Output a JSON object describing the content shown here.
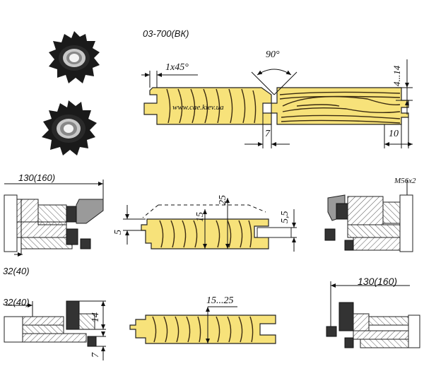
{
  "product_code": "03-700(ВК)",
  "website": "www.cae.kiev.ua",
  "top_profile": {
    "chamfer": "1x45°",
    "angle": "90°",
    "depth_range": "4...14",
    "tongue_width": "7",
    "groove_width": "10"
  },
  "middle": {
    "left_diameter": "130(160)",
    "left_bore": "32(40)",
    "right_thread": "M56x2",
    "board_dim_5": "5",
    "board_dim_15": "15",
    "board_dim_25": "25",
    "board_dim_55": "5,5"
  },
  "bottom": {
    "left_bore": "32(40)",
    "left_dim_14": "14",
    "left_dim_7": "7",
    "board_thickness": "15...25",
    "right_diameter": "130(160)"
  },
  "colors": {
    "wood": "#f7e27a",
    "grain": "#3a2a10",
    "steel": "#222222",
    "hatch": "#666666"
  }
}
